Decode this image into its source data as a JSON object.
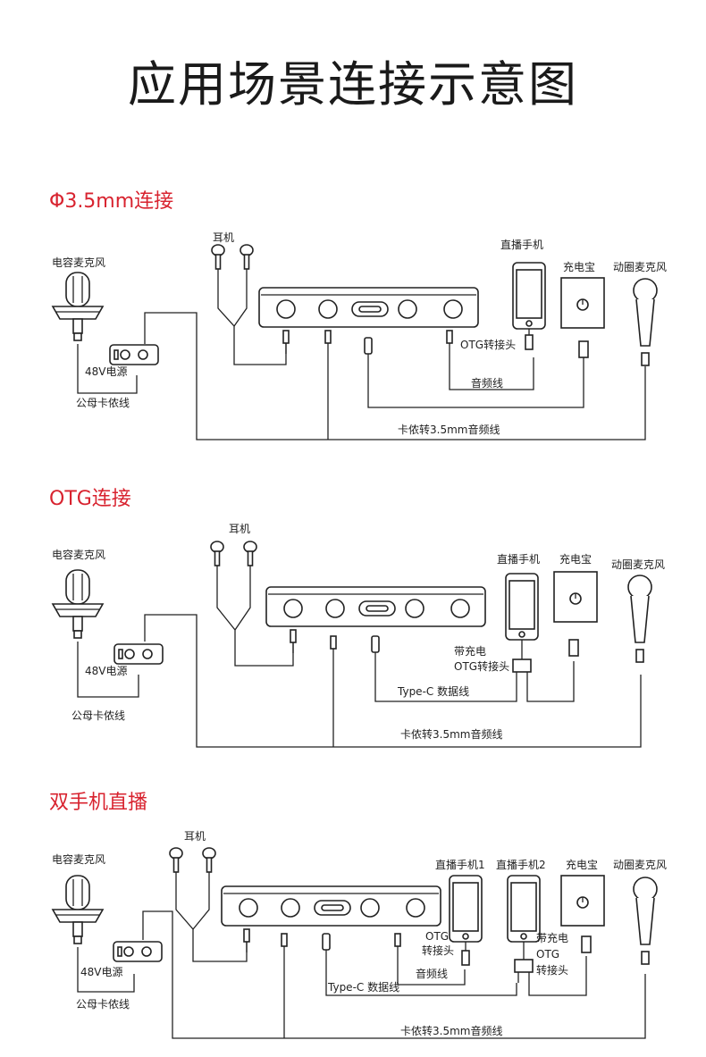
{
  "title": "应用场景连接示意图",
  "sections": [
    {
      "heading": "Φ3.5mm连接",
      "labels": {
        "condenser_mic": "电容麦克风",
        "earphones": "耳机",
        "phone": "直播手机",
        "power_bank": "充电宝",
        "dynamic_mic": "动圈麦克风",
        "phantom": "48V电源",
        "xlr_cable": "公母卡侬线",
        "otg": "OTG转接头",
        "audio_cable": "音频线",
        "xlr_to_35": "卡侬转3.5mm音频线"
      }
    },
    {
      "heading": "OTG连接",
      "labels": {
        "condenser_mic": "电容麦克风",
        "earphones": "耳机",
        "phone": "直播手机",
        "power_bank": "充电宝",
        "dynamic_mic": "动圈麦克风",
        "phantom": "48V电源",
        "xlr_cable": "公母卡侬线",
        "charge_line1": "带充电",
        "charge_line2": "OTG转接头",
        "typec": "Type-C 数据线",
        "xlr_to_35": "卡侬转3.5mm音频线"
      }
    },
    {
      "heading": "双手机直播",
      "labels": {
        "condenser_mic": "电容麦克风",
        "earphones": "耳机",
        "phone1": "直播手机1",
        "phone2": "直播手机2",
        "power_bank": "充电宝",
        "dynamic_mic": "动圈麦克风",
        "phantom": "48V电源",
        "xlr_cable": "公母卡侬线",
        "otg1_line1": "OTG",
        "otg1_line2": "转接头",
        "charge_line1": "带充电",
        "charge_line2": "OTG",
        "charge_line3": "转接头",
        "audio_cable": "音频线",
        "typec": "Type-C 数据线",
        "xlr_to_35": "卡侬转3.5mm音频线"
      }
    }
  ]
}
